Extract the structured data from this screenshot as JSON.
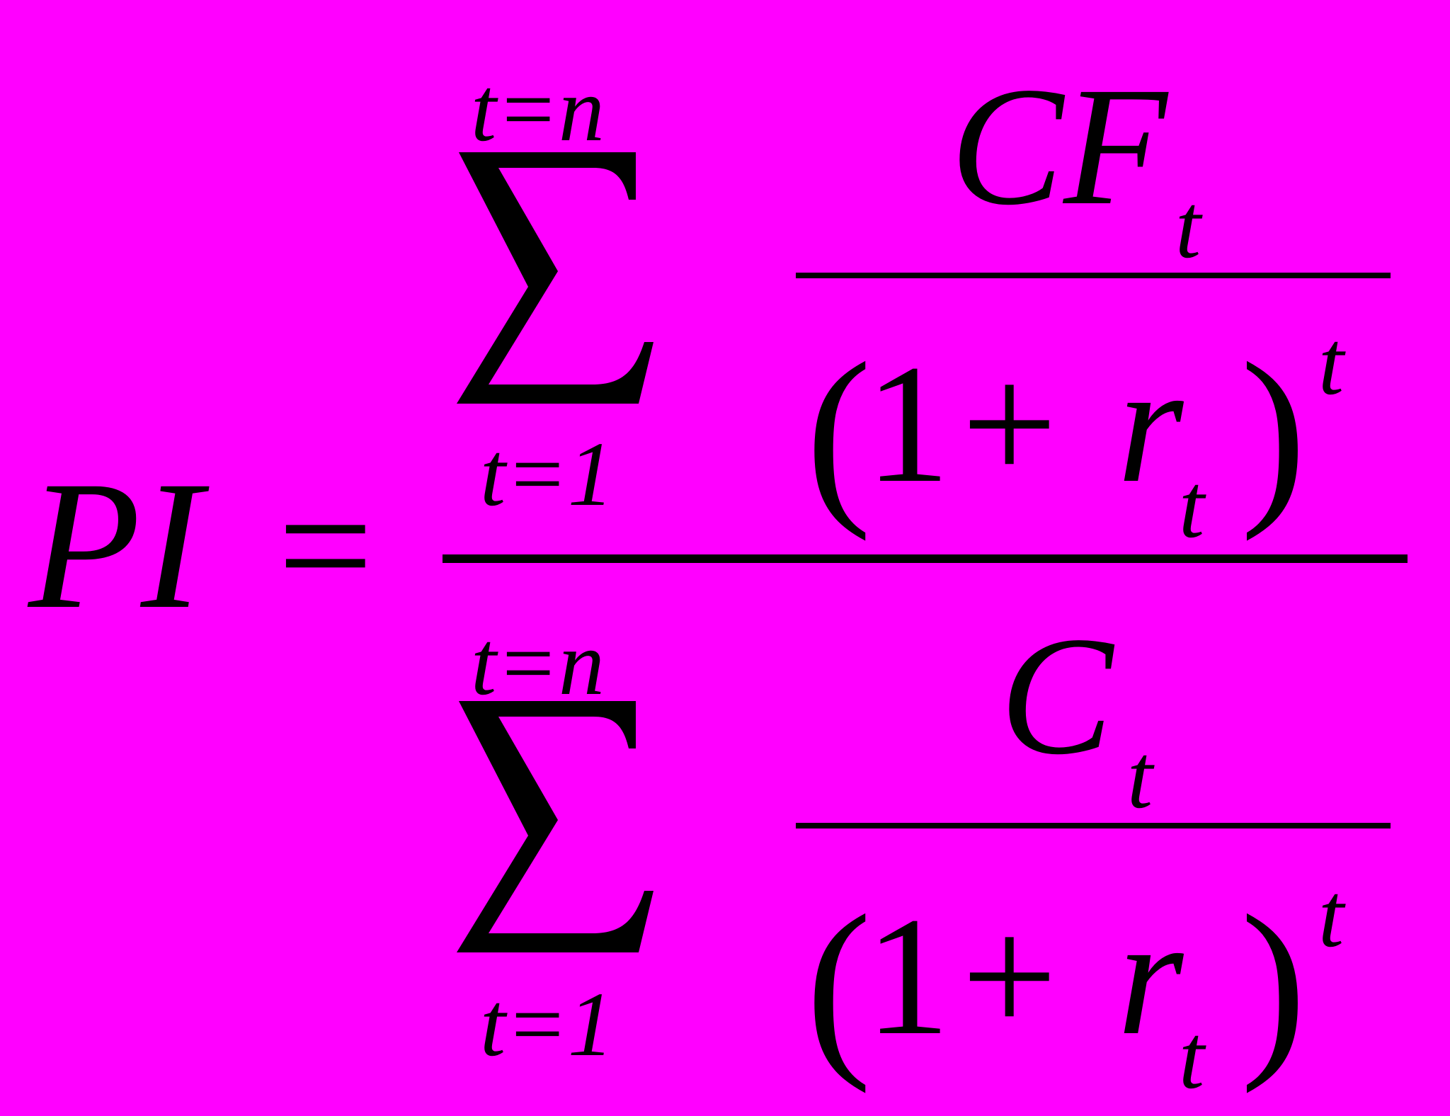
{
  "colors": {
    "background": "#ff00ff",
    "ink": "#000000"
  },
  "formula": {
    "lhs": "PI",
    "equals": "=",
    "numerator": {
      "sum_upper": "t=n",
      "sum_lower": "t=1",
      "term_numerator": {
        "base": "CF",
        "sub": "t"
      },
      "term_denominator": {
        "open": "(",
        "one": "1",
        "plus": "+",
        "var": "r",
        "sub": "t",
        "close": ")",
        "exp": "t"
      }
    },
    "denominator": {
      "sum_upper": "t=n",
      "sum_lower": "t=1",
      "term_numerator": {
        "base": "C",
        "sub": "t"
      },
      "term_denominator": {
        "open": "(",
        "one": "1",
        "plus": "+",
        "var": "r",
        "sub": "t",
        "close": ")",
        "exp": "t"
      }
    }
  }
}
